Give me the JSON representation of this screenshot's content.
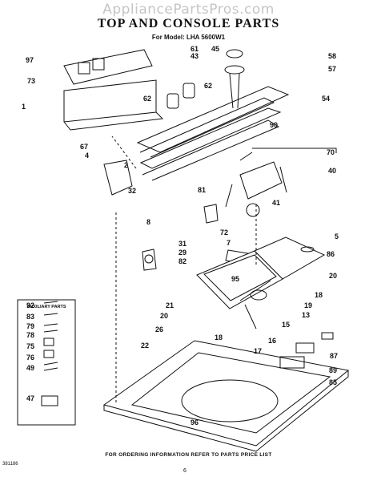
{
  "watermark": "AppliancePartsPros.com",
  "title": "TOP AND CONSOLE PARTS",
  "model_line": "For Model: LHA 5600W1",
  "auxiliary_parts_title": "AUXILIARY PARTS",
  "ordering_note": "FOR ORDERING INFORMATION REFER TO PARTS PRICE LIST",
  "doc_number": "381186",
  "page_number": "6",
  "callouts": [
    "97",
    "61",
    "43",
    "45",
    "58",
    "73",
    "57",
    "62",
    "62",
    "1",
    "54",
    "90",
    "67",
    "4",
    "2",
    "70",
    "40",
    "32",
    "81",
    "41",
    "8",
    "72",
    "31",
    "29",
    "82",
    "7",
    "5",
    "86",
    "95",
    "20",
    "21",
    "18",
    "20",
    "19",
    "13",
    "26",
    "15",
    "18",
    "16",
    "17",
    "22",
    "87",
    "89",
    "85",
    "96",
    "92",
    "83",
    "79",
    "78",
    "75",
    "76",
    "49",
    "47"
  ]
}
